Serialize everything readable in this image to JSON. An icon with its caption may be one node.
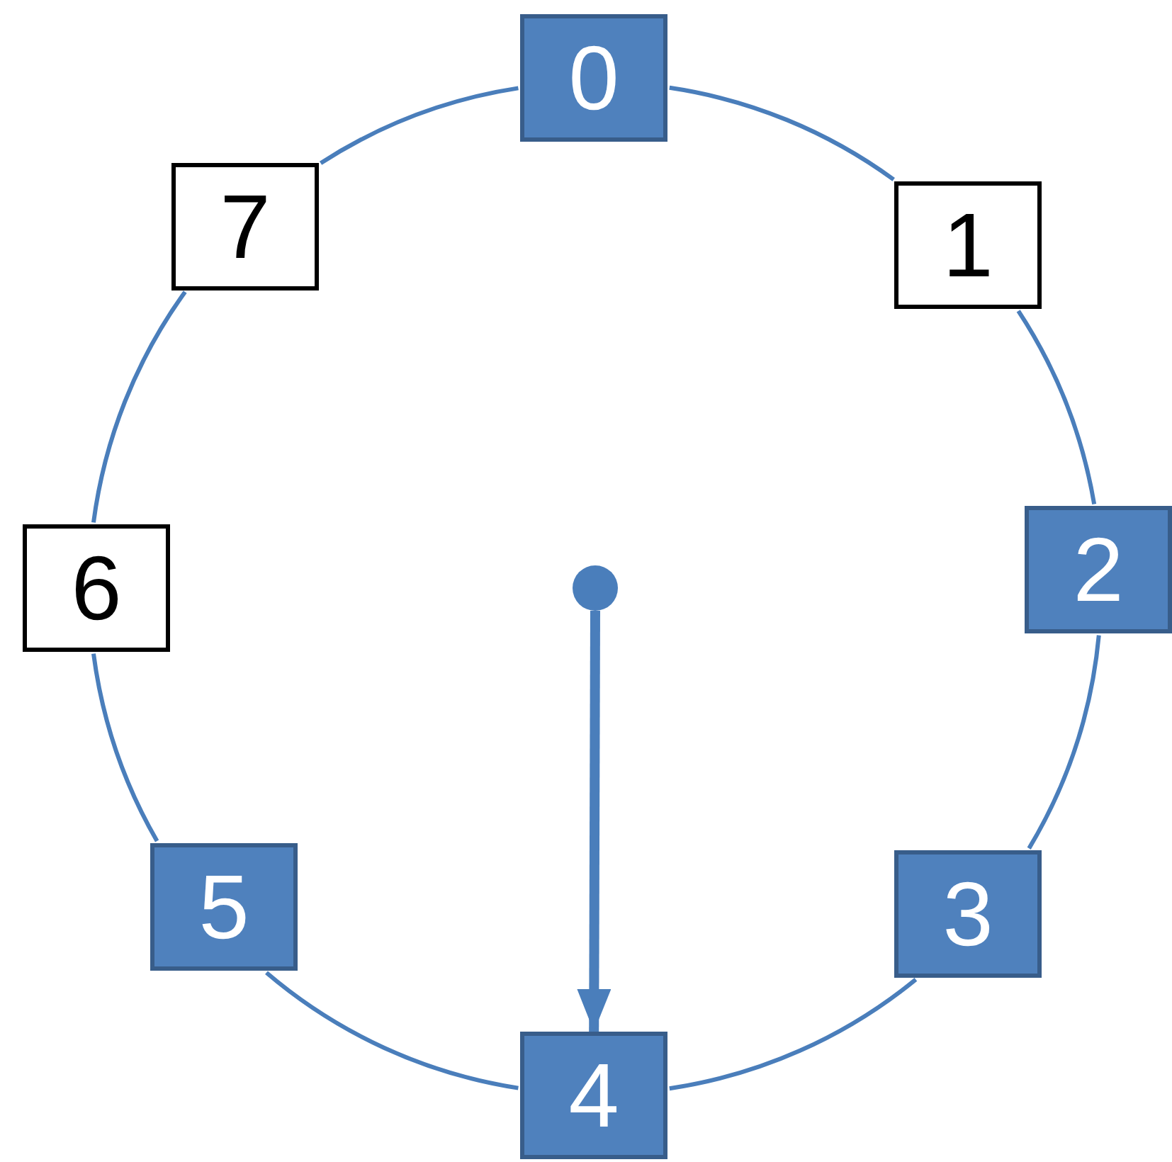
{
  "diagram": {
    "nodes": [
      {
        "text": [
          "0"
        ]
      },
      {
        "text": [
          "1"
        ]
      },
      {
        "text": [
          "2"
        ]
      },
      {
        "text": [
          "3"
        ]
      },
      {
        "text": [
          "4"
        ]
      },
      {
        "text": [
          "5"
        ]
      },
      {
        "text": [
          "6"
        ]
      },
      {
        "text": [
          "7"
        ]
      },
      {
        "text": [],
        "shape": "circle"
      }
    ],
    "edges": [
      {
        "from": 0,
        "to": 1,
        "arrow": "none"
      },
      {
        "from": 1,
        "to": 2,
        "arrow": "none"
      },
      {
        "from": 2,
        "to": 3,
        "arrow": "none"
      },
      {
        "from": 3,
        "to": 4,
        "arrow": "none"
      },
      {
        "from": 4,
        "to": 5,
        "arrow": "none"
      },
      {
        "from": 5,
        "to": 6,
        "arrow": "none"
      },
      {
        "from": 6,
        "to": 7,
        "arrow": "none"
      },
      {
        "from": 7,
        "to": 0,
        "arrow": "none"
      },
      {
        "from": 8,
        "to": 4,
        "arrow": "to",
        "style": "thick"
      }
    ]
  }
}
